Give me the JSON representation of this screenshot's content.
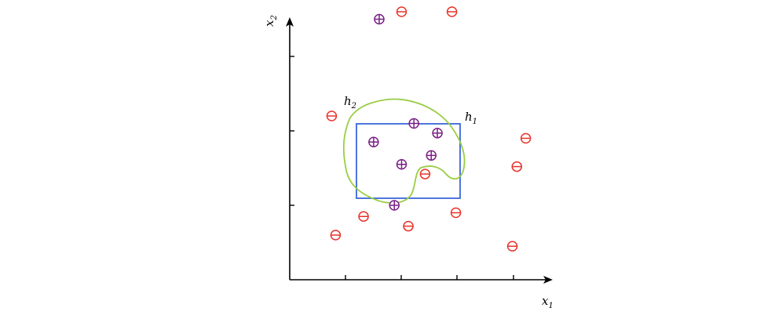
{
  "axes": {
    "x_label": "x",
    "x_sub": "1",
    "y_label": "x",
    "y_sub": "2"
  },
  "hypotheses": {
    "h1": {
      "label": "h",
      "sub": "1",
      "color": "#3a66d8"
    },
    "h2": {
      "label": "h",
      "sub": "2",
      "color": "#9acd45"
    }
  },
  "positive_color": "#7a1f86",
  "negative_color": "#e8332a",
  "points": [
    {
      "class": "positive",
      "x1": 1.6,
      "x2": 3.5
    },
    {
      "class": "positive",
      "x1": 2.22,
      "x2": 2.1
    },
    {
      "class": "positive",
      "x1": 1.5,
      "x2": 1.85
    },
    {
      "class": "positive",
      "x1": 2.64,
      "x2": 1.97
    },
    {
      "class": "positive",
      "x1": 2.0,
      "x2": 1.55
    },
    {
      "class": "positive",
      "x1": 2.53,
      "x2": 1.67
    },
    {
      "class": "positive",
      "x1": 1.87,
      "x2": 1.0
    },
    {
      "class": "negative",
      "x1": 2.0,
      "x2": 3.6
    },
    {
      "class": "negative",
      "x1": 2.9,
      "x2": 3.6
    },
    {
      "class": "negative",
      "x1": 0.75,
      "x2": 2.2
    },
    {
      "class": "negative",
      "x1": 4.22,
      "x2": 1.9
    },
    {
      "class": "negative",
      "x1": 4.06,
      "x2": 1.52
    },
    {
      "class": "negative",
      "x1": 2.42,
      "x2": 1.42
    },
    {
      "class": "negative",
      "x1": 1.32,
      "x2": 0.85
    },
    {
      "class": "negative",
      "x1": 2.12,
      "x2": 0.72
    },
    {
      "class": "negative",
      "x1": 2.97,
      "x2": 0.9
    },
    {
      "class": "negative",
      "x1": 0.82,
      "x2": 0.6
    },
    {
      "class": "negative",
      "x1": 3.98,
      "x2": 0.45
    }
  ]
}
